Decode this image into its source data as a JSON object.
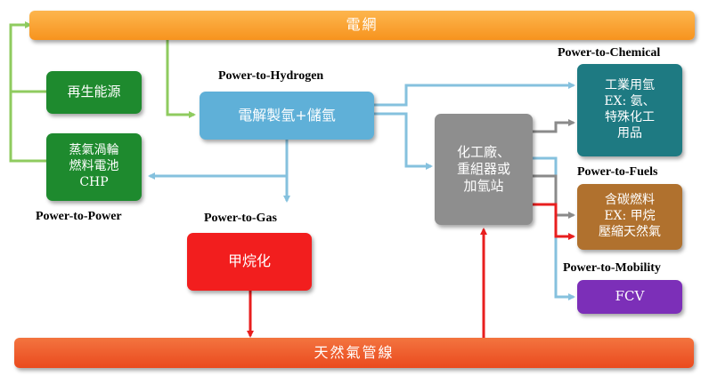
{
  "grid_bar": {
    "label": "電網",
    "color": "#F7931E"
  },
  "gas_bar": {
    "label": "天然氣管線",
    "color": "#EA4A1E"
  },
  "nodes": {
    "renewable": {
      "label": "再生能源",
      "color": "#1E8A2E"
    },
    "chp": {
      "label": "蒸氣渦輪\n燃料電池\nCHP",
      "color": "#1E8A2E"
    },
    "electrolysis": {
      "label": "電解製氫+儲氫",
      "color": "#5FB0D8"
    },
    "methanation": {
      "label": "甲烷化",
      "color": "#F21E1E"
    },
    "chem_plant": {
      "label": "化工廠、\n重組器或\n加氫站",
      "color": "#8E8E8E"
    },
    "industrial": {
      "label": "工業用氫\nEX: 氨、\n特殊化工\n用品",
      "color": "#1E7A82"
    },
    "fuels": {
      "label": "含碳燃料\nEX: 甲烷\n壓縮天然氣",
      "color": "#B0712E"
    },
    "fcv": {
      "label": "FCV",
      "color": "#7C2FB8"
    }
  },
  "labels": {
    "power_to_hydrogen": "Power-to-Hydrogen",
    "power_to_chemical": "Power-to-Chemical",
    "power_to_fuels": "Power-to-Fuels",
    "power_to_mobility": "Power-to-Mobility",
    "power_to_power": "Power-to-Power",
    "power_to_gas": "Power-to-Gas"
  },
  "arrow_colors": {
    "electric": "#8FCB5F",
    "hydrogen": "#85C1DE",
    "gas": "#E81E1E",
    "process": "#8A8A8A"
  }
}
